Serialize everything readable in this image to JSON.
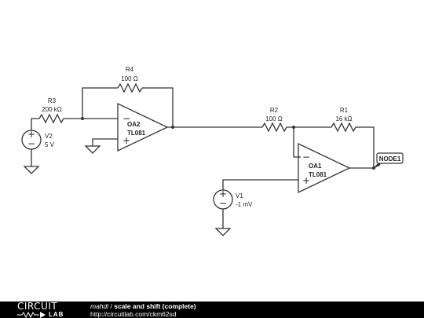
{
  "components": {
    "r4": {
      "name": "R4",
      "value": "100 Ω"
    },
    "r3": {
      "name": "R3",
      "value": "200 kΩ"
    },
    "r2": {
      "name": "R2",
      "value": "100 Ω"
    },
    "r1": {
      "name": "R1",
      "value": "16 kΩ"
    },
    "oa2": {
      "name": "OA2",
      "model": "TL081"
    },
    "oa1": {
      "name": "OA1",
      "model": "TL081"
    },
    "v2": {
      "name": "V2",
      "value": "5 V"
    },
    "v1": {
      "name": "V1",
      "value": "-1 mV"
    },
    "node1": {
      "label": "NODE1"
    }
  },
  "footer": {
    "logo_top": "CIRCUIT",
    "logo_bottom": "LAB",
    "author": "mahdi",
    "separator": " / ",
    "title": "scale and shift (complete)",
    "url": "http://circuitlab.com/ckm62sd"
  },
  "colors": {
    "wire": "#333333",
    "footer_bg": "#000000",
    "footer_text": "#ffffff"
  }
}
